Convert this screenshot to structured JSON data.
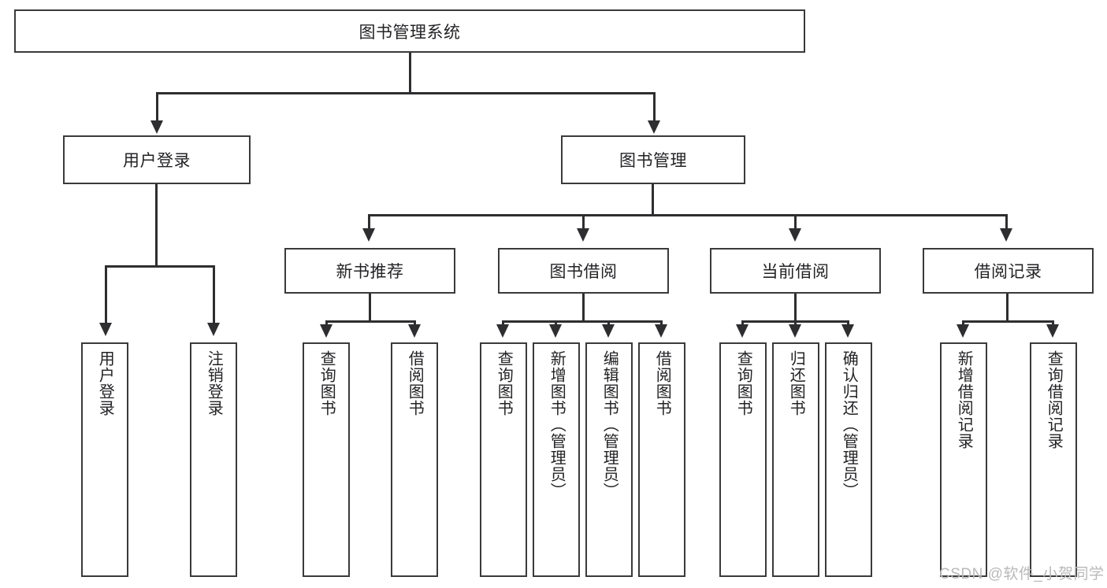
{
  "diagram": {
    "title": "图书管理系统",
    "type": "tree-hierarchy-diagram",
    "colors": {
      "background": "#ffffff",
      "box_border": "#3a3a3c",
      "connector": "#2e2e30",
      "text": "#232326",
      "watermark": "#b9b9bb"
    },
    "root": {
      "label": "图书管理系统"
    },
    "level2": [
      {
        "label": "用户登录"
      },
      {
        "label": "图书管理"
      }
    ],
    "level3": [
      {
        "label": "新书推荐"
      },
      {
        "label": "图书借阅"
      },
      {
        "label": "当前借阅"
      },
      {
        "label": "借阅记录"
      }
    ],
    "leaves": {
      "user_login": [
        {
          "label": "用户登录"
        },
        {
          "label": "注销登录"
        }
      ],
      "new_book_recommend": [
        {
          "label": "查询图书"
        },
        {
          "label": "借阅图书"
        }
      ],
      "book_borrow": [
        {
          "label": "查询图书"
        },
        {
          "label": "新增图书（管理员）"
        },
        {
          "label": "编辑图书（管理员）"
        },
        {
          "label": "借阅图书"
        }
      ],
      "current_borrow": [
        {
          "label": "查询图书"
        },
        {
          "label": "归还图书"
        },
        {
          "label": "确认归还（管理员）"
        }
      ],
      "borrow_record": [
        {
          "label": "新增借阅记录"
        },
        {
          "label": "查询借阅记录"
        }
      ]
    }
  },
  "watermark": {
    "text": "CSDN @软件_小贺同学"
  }
}
